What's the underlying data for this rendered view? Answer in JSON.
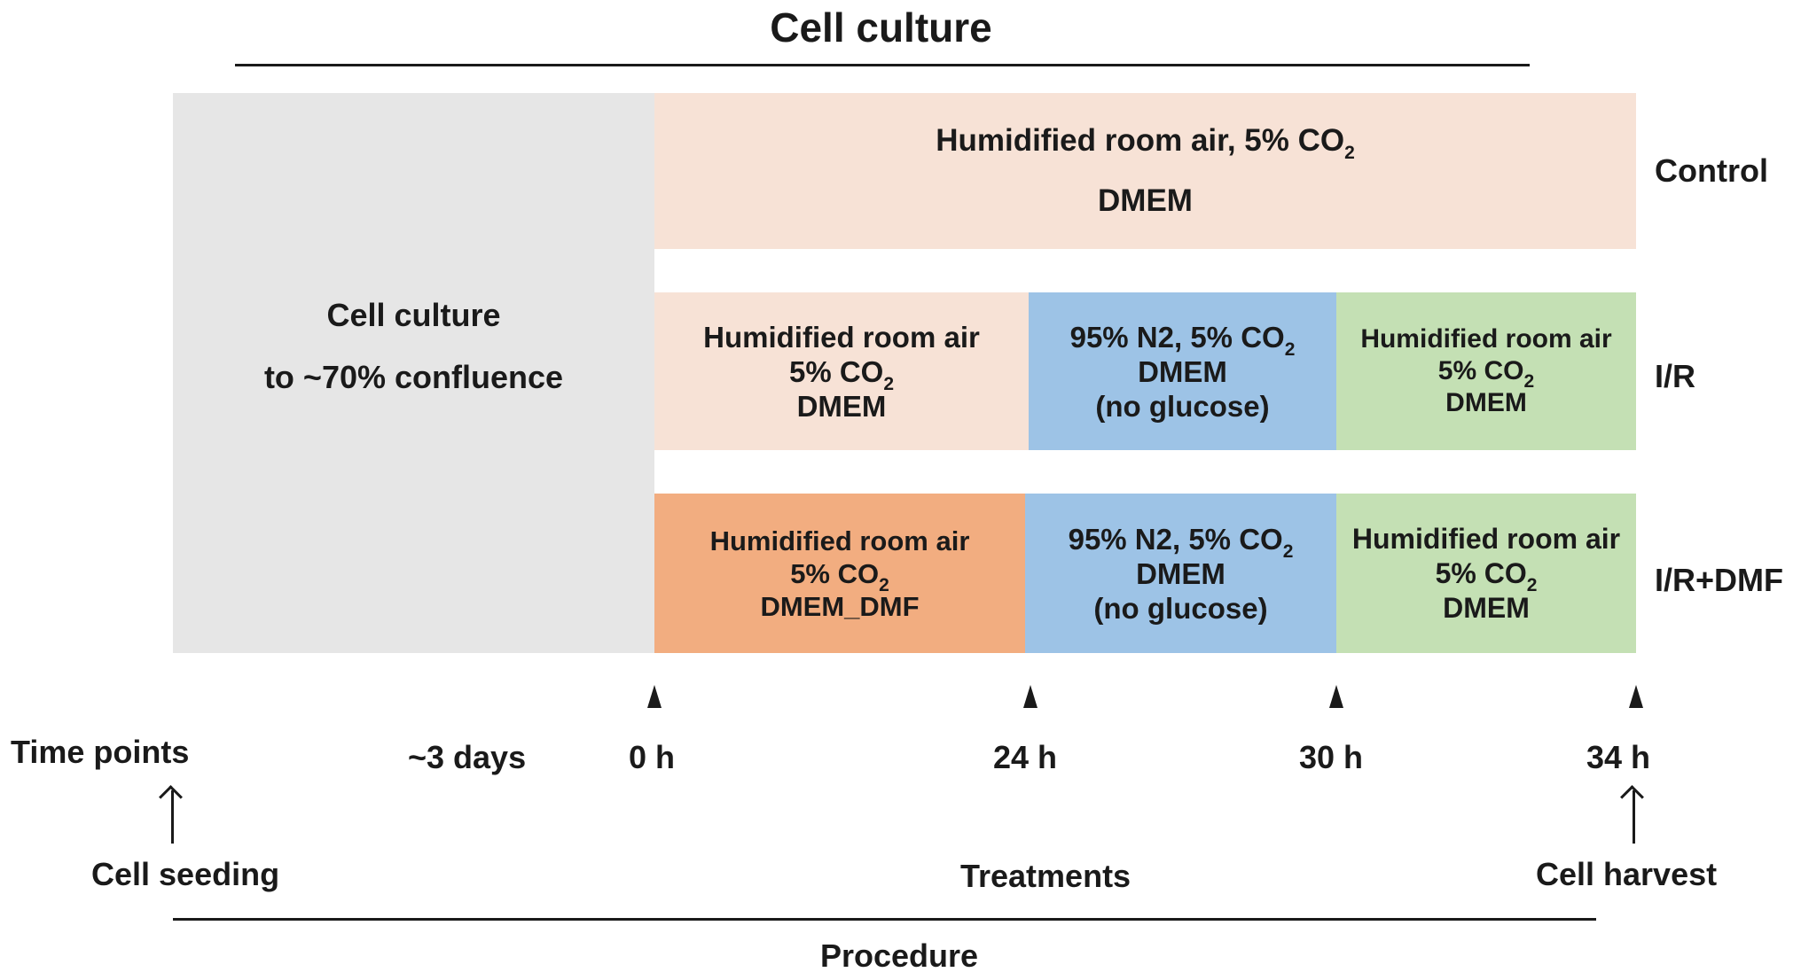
{
  "title": "Cell culture",
  "preculture": {
    "line1": "Cell culture",
    "line2": "to ~70% confluence"
  },
  "control": {
    "line1_pre": "Humidified room air, 5% CO",
    "line1_sub": "2",
    "line2": "DMEM",
    "label": "Control"
  },
  "ir": {
    "label": "I/R",
    "phase1": {
      "line1": "Humidified room air",
      "line2_pre": "5% CO",
      "line2_sub": "2",
      "line3": "DMEM"
    },
    "phase2": {
      "line1_pre": "95% N2, 5% CO",
      "line1_sub": "2",
      "line2": "DMEM",
      "line3": "(no glucose)"
    },
    "phase3": {
      "line1": "Humidified room air",
      "line2_pre": "5% CO",
      "line2_sub": "2",
      "line3": "DMEM"
    }
  },
  "irdmf": {
    "label": "I/R+DMF",
    "phase1": {
      "line1": "Humidified room air",
      "line2_pre": "5% CO",
      "line2_sub": "2",
      "line3": "DMEM_DMF"
    },
    "phase2": {
      "line1_pre": "95% N2, 5% CO",
      "line1_sub": "2",
      "line2": "DMEM",
      "line3": "(no glucose)"
    },
    "phase3": {
      "line1": "Humidified room air",
      "line2_pre": "5% CO",
      "line2_sub": "2",
      "line3": "DMEM"
    }
  },
  "timeline": {
    "time_points": "Time points",
    "days": "~3 days",
    "t0": "0 h",
    "t24": "24 h",
    "t30": "30 h",
    "t34": "34 h"
  },
  "steps": {
    "seeding": "Cell seeding",
    "treatments": "Treatments",
    "harvest": "Cell harvest"
  },
  "procedure": "Procedure",
  "colors": {
    "preculture": "#e6e6e6",
    "normoxia": "#f7e2d6",
    "normoxia_dmf": "#f2ad80",
    "ogd": "#9dc3e6",
    "reoxygenation": "#c4e0b4"
  }
}
